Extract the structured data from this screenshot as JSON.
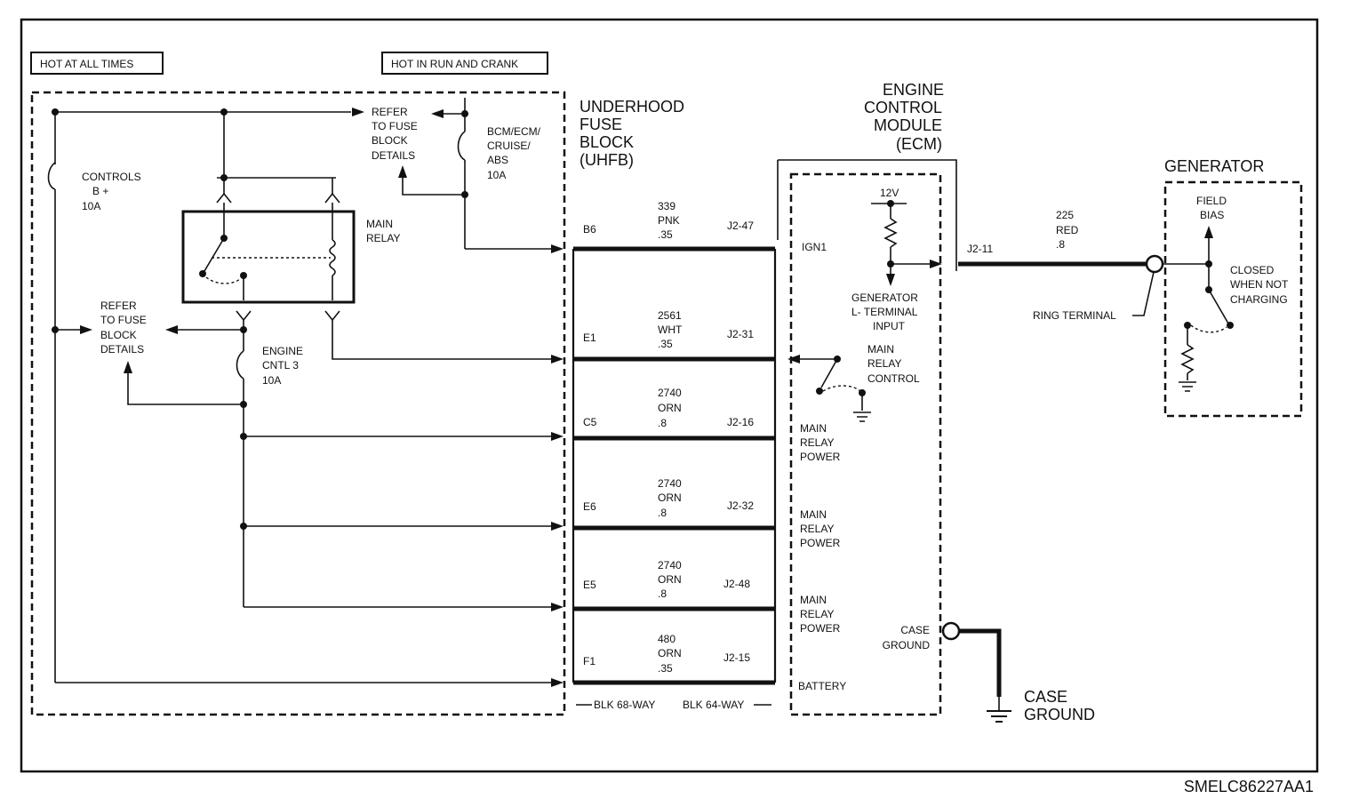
{
  "labels": {
    "hot_at_all_times": "HOT AT ALL TIMES",
    "hot_in_run_and_crank": "HOT IN RUN AND CRANK",
    "uhfb_title": [
      "UNDERHOOD",
      "FUSE",
      "BLOCK",
      "(UHFB)"
    ],
    "ecm_title": [
      "ENGINE",
      "CONTROL",
      "MODULE",
      "(ECM)"
    ],
    "generator_title": "GENERATOR",
    "refer_top": [
      "REFER",
      "TO FUSE",
      "BLOCK",
      "DETAILS"
    ],
    "refer_left": [
      "REFER",
      "TO FUSE",
      "BLOCK",
      "DETAILS"
    ],
    "fuse_controls": [
      "CONTROLS",
      "B +",
      "10A"
    ],
    "fuse_bcm": [
      "BCM/ECM/",
      "CRUISE/",
      "ABS",
      "10A"
    ],
    "fuse_engine": [
      "ENGINE",
      "CNTL 3",
      "10A"
    ],
    "main_relay": [
      "MAIN",
      "RELAY"
    ],
    "ecm_12v": "12V",
    "gen_input": [
      "GENERATOR",
      "L- TERMINAL",
      "INPUT"
    ],
    "relay_control": [
      "MAIN",
      "RELAY",
      "CONTROL"
    ],
    "ign1": "IGN1",
    "j2_11": "J2-11",
    "wire_225": [
      "225",
      "RED",
      ".8"
    ],
    "field_bias": [
      "FIELD",
      "BIAS"
    ],
    "closed_when": [
      "CLOSED",
      "WHEN NOT",
      "CHARGING"
    ],
    "ring_terminal": "RING TERMINAL",
    "case_ground_ecm": [
      "CASE",
      "GROUND"
    ],
    "case_ground_big": [
      "CASE",
      "GROUND"
    ],
    "blk68": "BLK 68-WAY",
    "blk64": "BLK 64-WAY",
    "figure_id": "SMELC86227AA1"
  },
  "circuits": [
    {
      "uhfb_pin": "B6",
      "wire": [
        "339",
        "PNK",
        ".35"
      ],
      "ecm_pin": "J2-47",
      "ecm_label": []
    },
    {
      "uhfb_pin": "E1",
      "wire": [
        "2561",
        "WHT",
        ".35"
      ],
      "ecm_pin": "J2-31",
      "ecm_label": []
    },
    {
      "uhfb_pin": "C5",
      "wire": [
        "2740",
        "ORN",
        ".8"
      ],
      "ecm_pin": "J2-16",
      "ecm_label": [
        "MAIN",
        "RELAY",
        "POWER"
      ]
    },
    {
      "uhfb_pin": "E6",
      "wire": [
        "2740",
        "ORN",
        ".8"
      ],
      "ecm_pin": "J2-32",
      "ecm_label": [
        "MAIN",
        "RELAY",
        "POWER"
      ]
    },
    {
      "uhfb_pin": "E5",
      "wire": [
        "2740",
        "ORN",
        ".8"
      ],
      "ecm_pin": "J2-48",
      "ecm_label": [
        "MAIN",
        "RELAY",
        "POWER"
      ]
    },
    {
      "uhfb_pin": "F1",
      "wire": [
        "480",
        "ORN",
        ".35"
      ],
      "ecm_pin": "J2-15",
      "ecm_label": [
        "BATTERY"
      ]
    }
  ]
}
